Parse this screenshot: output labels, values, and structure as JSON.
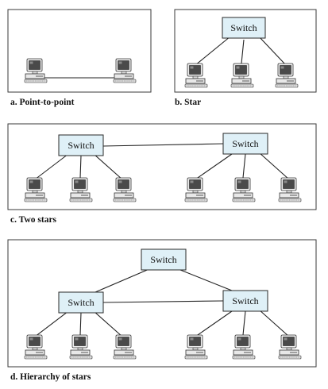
{
  "switch_label": "Switch",
  "panels": [
    {
      "id": "a",
      "caption": "a. Point-to-point",
      "switch_count": 0,
      "computer_count": 2
    },
    {
      "id": "b",
      "caption": "b. Star",
      "switch_count": 1,
      "computer_count": 3
    },
    {
      "id": "c",
      "caption": "c. Two stars",
      "switch_count": 2,
      "computer_count": 6
    },
    {
      "id": "d",
      "caption": "d. Hierarchy of stars",
      "switch_count": 3,
      "computer_count": 6
    }
  ],
  "colors": {
    "switch_fill": "#dff0f7",
    "frame_stroke": "#3a3a3a",
    "link_stroke": "#222222"
  },
  "icons": {
    "switch": "switch-box",
    "computer": "desktop-computer-icon"
  }
}
